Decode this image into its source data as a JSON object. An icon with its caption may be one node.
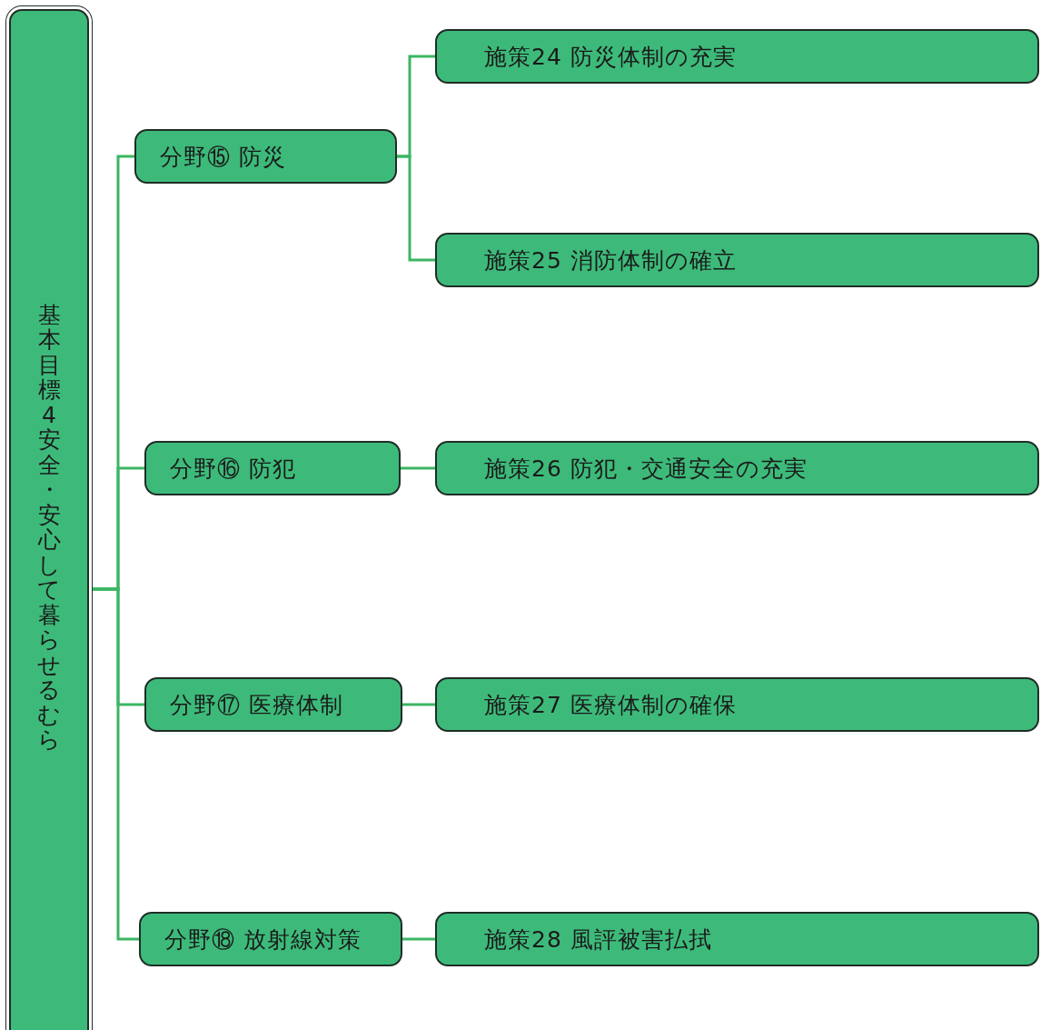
{
  "diagram": {
    "nodes": [
      {
        "text": [
          "基本目標4　安全・安心して暮らせるむら"
        ]
      },
      {
        "text": [
          "分野⑮ 防災"
        ]
      },
      {
        "text": [
          "施策24 防災体制の充実"
        ]
      },
      {
        "text": [
          "施策25 消防体制の確立"
        ]
      },
      {
        "text": [
          "分野⑯ 防犯"
        ]
      },
      {
        "text": [
          "施策26 防犯・交通安全の充実"
        ]
      },
      {
        "text": [
          "分野⑰ 医療体制"
        ]
      },
      {
        "text": [
          "施策27 医療体制の確保"
        ]
      },
      {
        "text": [
          "分野⑱ 放射線対策"
        ]
      },
      {
        "text": [
          "施策28 風評被害払拭"
        ]
      }
    ],
    "edges": [
      {
        "from": 0,
        "to": 1,
        "arrow": "none"
      },
      {
        "from": 1,
        "to": 2,
        "arrow": "none"
      },
      {
        "from": 1,
        "to": 3,
        "arrow": "none"
      },
      {
        "from": 0,
        "to": 4,
        "arrow": "none"
      },
      {
        "from": 4,
        "to": 5,
        "arrow": "none"
      },
      {
        "from": 0,
        "to": 6,
        "arrow": "none"
      },
      {
        "from": 6,
        "to": 7,
        "arrow": "none"
      },
      {
        "from": 0,
        "to": 8,
        "arrow": "none"
      },
      {
        "from": 8,
        "to": 9,
        "arrow": "none"
      }
    ]
  }
}
